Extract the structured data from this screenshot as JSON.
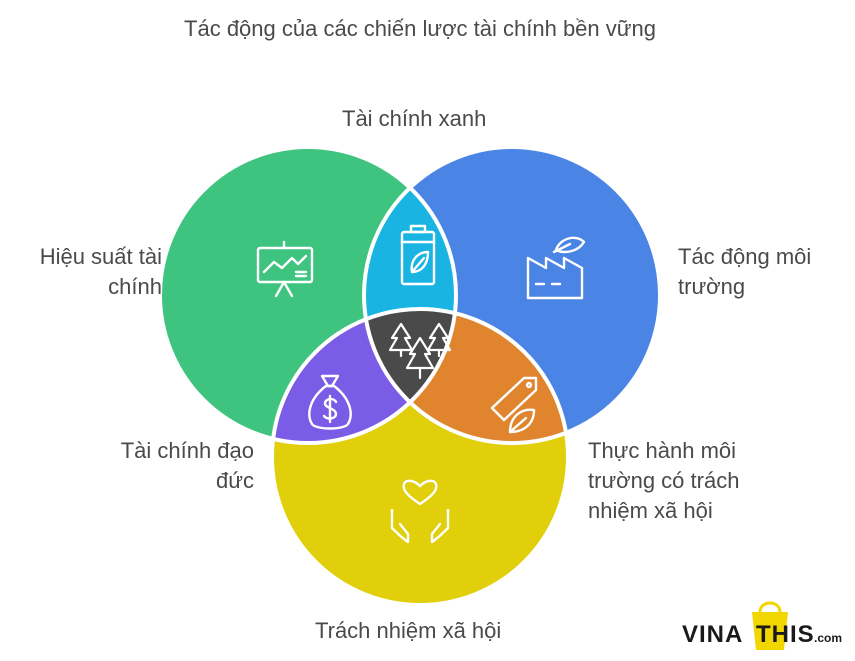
{
  "title": "Tác động của các chiến lược tài chính bền vững",
  "labels": {
    "green_finance": "Tài chính xanh",
    "financial_performance": "Hiệu suất tài chính",
    "environmental_impact": "Tác động môi trường",
    "ethical_finance": "Tài chính đạo đức",
    "responsible_practices": "Thực hành môi trường có trách nhiệm xã hội",
    "social_responsibility": "Trách nhiệm xã hội"
  },
  "label_lines": {
    "financial_performance": [
      "Hiệu suất tài",
      "chính"
    ],
    "environmental_impact": [
      "Tác động môi",
      "trường"
    ],
    "ethical_finance": [
      "Tài chính đạo",
      "đức"
    ],
    "responsible_practices": [
      "Thực hành môi",
      "trường có trách",
      "nhiệm xã hội"
    ]
  },
  "colors": {
    "circle_left": "#3ec47e",
    "circle_right": "#4a84e4",
    "circle_bottom": "#e0cf0a",
    "overlap_top": "#1ab4e2",
    "overlap_left": "#7a5ce6",
    "overlap_right": "#e0852e",
    "center": "#4a4a4a",
    "watermark_yellow": "#f2d600"
  },
  "icons": {
    "left": "presentation-chart-icon",
    "right": "factory-leaf-icon",
    "top": "battery-leaf-icon",
    "center": "pine-trees-icon",
    "left_bottom": "money-bag-icon",
    "right_bottom": "eco-tag-icon",
    "bottom": "hands-heart-icon"
  },
  "watermark": {
    "text_left": "VINA",
    "text_right": "THIS",
    "suffix": ".com"
  }
}
